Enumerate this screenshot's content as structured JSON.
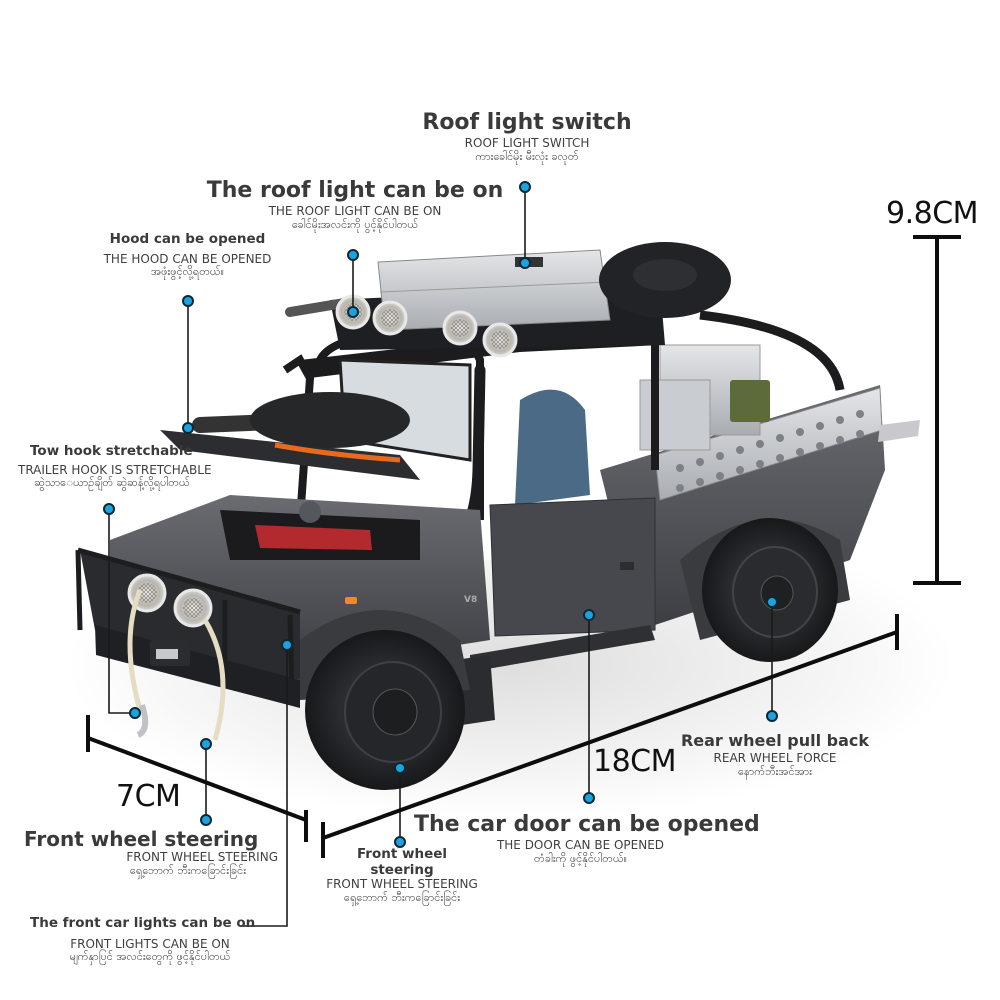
{
  "theme": {
    "callout_dot": "#1aa3dd",
    "callout_line": "#1a1a1a",
    "body_color": "#4d4f54",
    "heading_color": "#3a3a3a"
  },
  "dimensions": {
    "height": "9.8CM",
    "length": "18CM",
    "width": "7CM"
  },
  "callouts": {
    "roof_switch": {
      "title": "Roof light switch",
      "subtitle": "ROOF LIGHT SWITCH",
      "myanmar": "ကားခေါင်မိုး မီးလုံး ခလုတ်"
    },
    "roof_light": {
      "title": "The roof light can be on",
      "subtitle": "THE ROOF LIGHT CAN BE ON",
      "myanmar": "ခေါင်မိုးအလင်းကို ပွင့်နိုင်ပါတယ်"
    },
    "hood": {
      "title": "Hood can be opened",
      "subtitle": "THE HOOD CAN BE OPENED",
      "myanmar": "အဖုံးဖွင့်လို့ရတယ်။"
    },
    "tow_hook": {
      "title": "Tow hook stretchable",
      "subtitle": "TRAILER HOOK IS STRETCHABLE",
      "myanmar": "ဆွဲသာေယာဥ်ချိတ် ဆွဲဆန့်လို့ရပါတယ်"
    },
    "front_steering_left": {
      "title": "Front wheel steering",
      "subtitle": "FRONT WHEEL STEERING",
      "myanmar": "ရှေ့ဘောက် ဘီးကခြောင်းခြင်း"
    },
    "front_lights": {
      "title": "The front car lights can be on",
      "subtitle": "FRONT LIGHTS CAN BE ON",
      "myanmar": "မျက်နှာပြင် အလင်းတွေကို ဖွင့်နိုင်ပါတယ်"
    },
    "front_steering_center": {
      "title_line1": "Front wheel",
      "title_line2": "steering",
      "subtitle": "FRONT WHEEL STEERING",
      "myanmar": "ရှေ့ဘောက် ဘီးကခြောင်းခြင်း"
    },
    "door": {
      "title": "The car door can be opened",
      "subtitle": "THE DOOR CAN BE OPENED",
      "myanmar": "တံခါးကို ဖွင့်နိုင်ပါတယ်။"
    },
    "rear_wheel": {
      "title": "Rear wheel pull back",
      "subtitle": "REAR WHEEL FORCE",
      "myanmar": "နောက်ဘီးအင်အား"
    }
  },
  "vehicle": {
    "badge": "V8"
  }
}
